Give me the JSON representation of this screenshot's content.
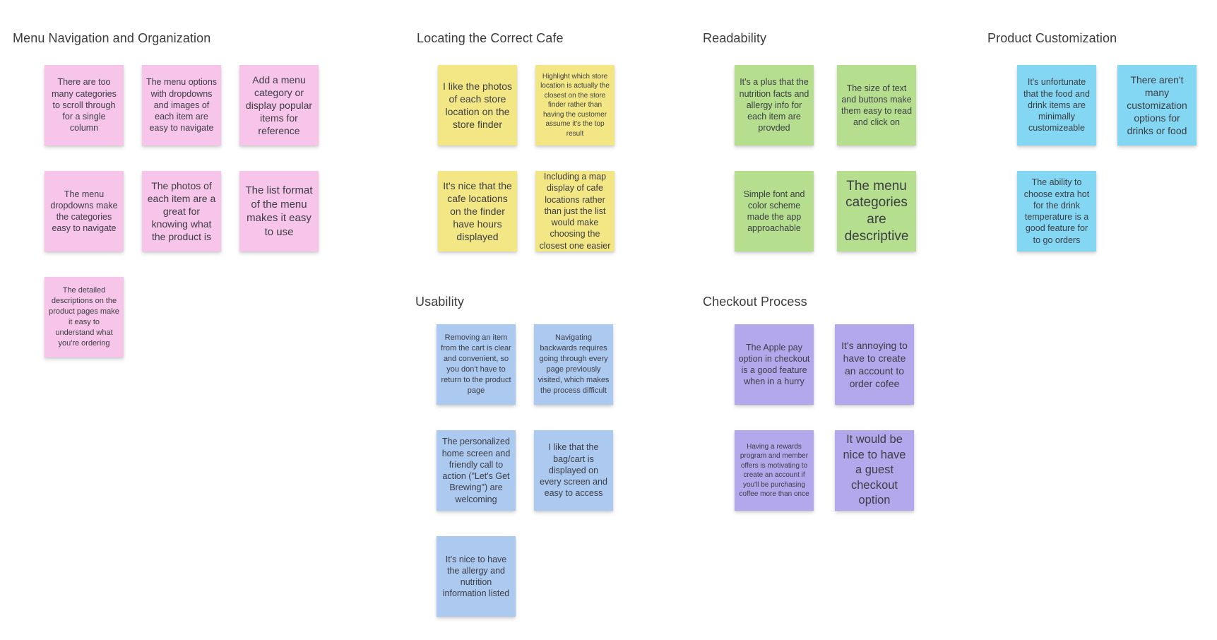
{
  "board": {
    "background_color": "#ffffff",
    "title_color": "#3c3c3c",
    "note_text_color": "#3d3d44",
    "sections": [
      {
        "title": "Menu Navigation and Organization",
        "color": "#F6C5E9",
        "color_name": "pink",
        "notes": [
          {
            "text": "There are too many categories to scroll through for a single column"
          },
          {
            "text": "The menu options with dropdowns and images of each item are  easy to navigate"
          },
          {
            "text": "Add a menu category or display popular items for reference"
          },
          {
            "text": "The menu dropdowns make the categories easy to navigate"
          },
          {
            "text": "The photos of each item are a great for knowing what the product is"
          },
          {
            "text": "The list format of the menu makes it easy to use"
          },
          {
            "text": "The detailed descriptions on the product pages make it easy to understand what you're ordering"
          }
        ]
      },
      {
        "title": "Locating the Correct Cafe",
        "color": "#F2E784",
        "color_name": "yellow",
        "notes": [
          {
            "text": "I like the photos of each store location on the store finder"
          },
          {
            "text": "Highlight which store location is actually the closest on the store finder rather than having the customer assume it's the top result"
          },
          {
            "text": "It's nice that the cafe locations on the finder have hours displayed"
          },
          {
            "text": "Including a map display of cafe locations rather than just the list would make choosing the closest one easier"
          }
        ]
      },
      {
        "title": "Readability",
        "color": "#B5DF8E",
        "color_name": "green",
        "notes": [
          {
            "text": "It's a plus that the nutrition facts and allergy info for each item are provded"
          },
          {
            "text": "The size of text and buttons make them easy to read and click on"
          },
          {
            "text": "Simple font and color scheme made the app approachable"
          },
          {
            "text": "The menu categories are descriptive"
          }
        ]
      },
      {
        "title": "Product Customization",
        "color": "#84D7F2",
        "color_name": "cyan",
        "notes": [
          {
            "text": "It's unfortunate that the food and drink items are minimally customizeable"
          },
          {
            "text": "There aren't many customization options for drinks or food"
          },
          {
            "text": "The ability to choose extra hot for the drink temperature is a good feature for to go orders"
          }
        ]
      },
      {
        "title": "Usability",
        "color": "#ACC9F0",
        "color_name": "blue",
        "notes": [
          {
            "text": "Removing an item from the cart is clear and convenient, so you don't have to return to the product page"
          },
          {
            "text": "Navigating backwards requires going through every page previously visited, which makes the process difficult"
          },
          {
            "text": "The personalized home screen and friendly call to action (\"Let's Get Brewing\") are welcoming"
          },
          {
            "text": "I like that the bag/cart is displayed on every screen and easy to access"
          },
          {
            "text": "It's nice to have the allergy and nutrition information listed"
          }
        ]
      },
      {
        "title": "Checkout Process",
        "color": "#B3A8EC",
        "color_name": "purple",
        "notes": [
          {
            "text": "The Apple pay option in checkout is a good feature when in a hurry"
          },
          {
            "text": "It's annoying to have to create an account to order cofee"
          },
          {
            "text": "Having a rewards program and member offers is motivating to create an account if you'll be purchasing coffee more than once"
          },
          {
            "text": "It would be nice to have a guest checkout option"
          }
        ]
      }
    ]
  }
}
